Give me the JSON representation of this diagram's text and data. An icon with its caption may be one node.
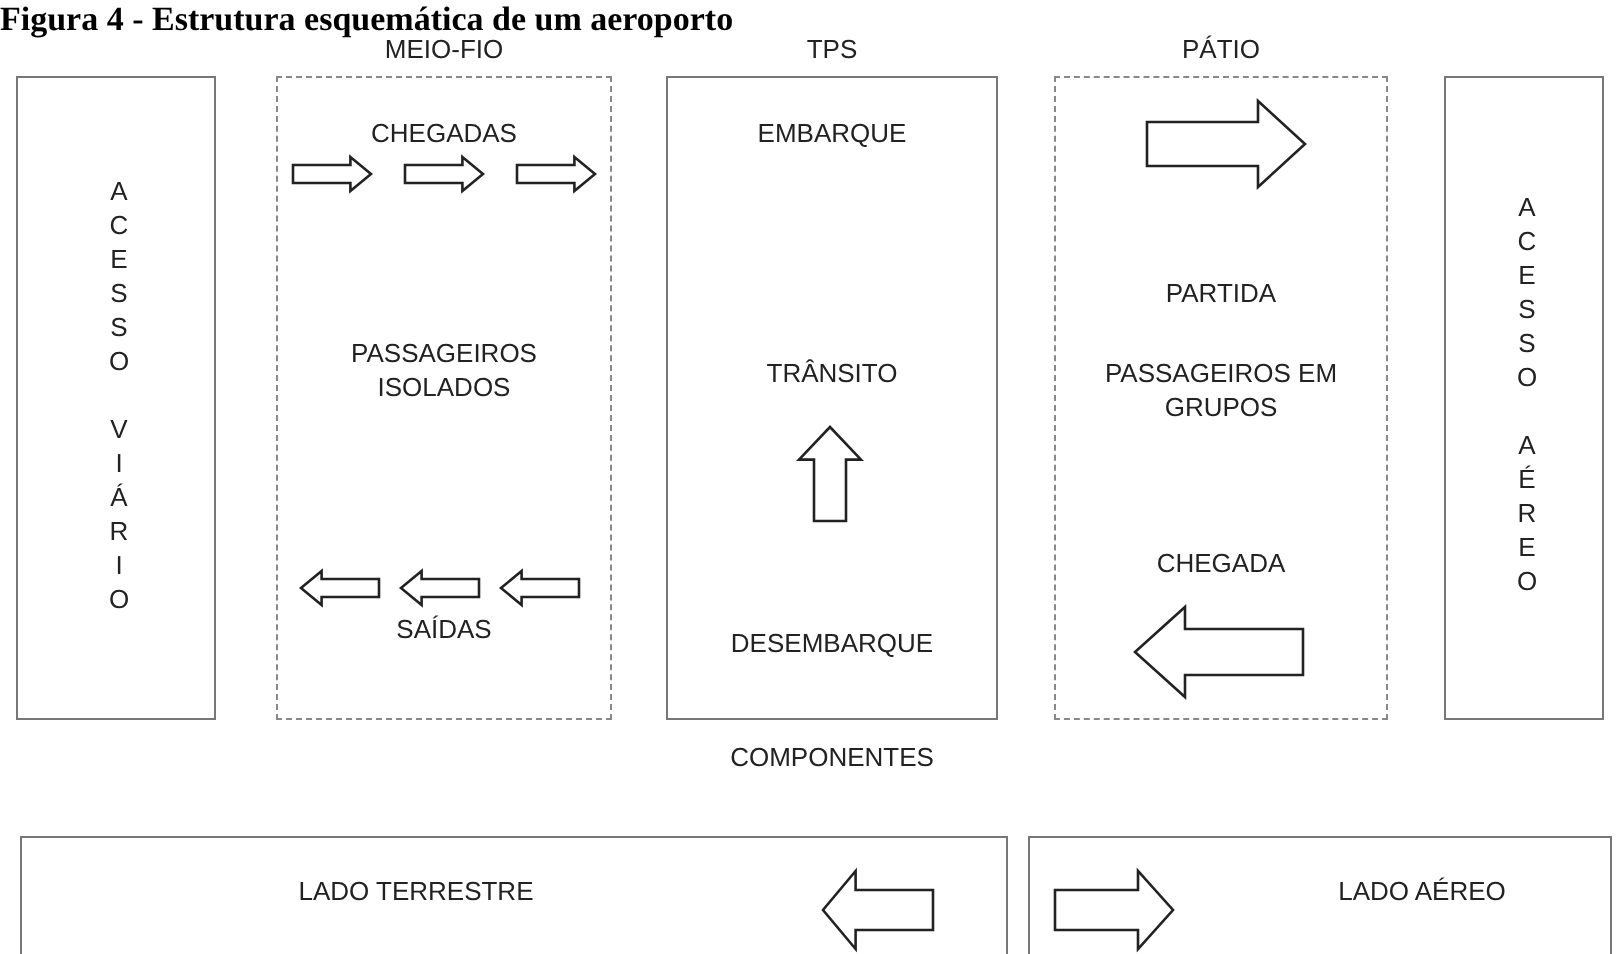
{
  "diagram": {
    "title": "Figura 4 - Estrutura esquemática de um aeroporto",
    "nodes": [
      {
        "text": [
          "ACESSO VIÁRIO"
        ]
      },
      {
        "text": [
          "MEIO-FIO",
          "CHEGADAS",
          "PASSAGEIROS ISOLADOS",
          "SAÍDAS"
        ]
      },
      {
        "text": [
          "TPS",
          "EMBARQUE",
          "TRÂNSITO",
          "DESEMBARQUE"
        ]
      },
      {
        "text": [
          "PÁTIO",
          "PARTIDA",
          "PASSAGEIROS EM GRUPOS",
          "CHEGADA"
        ]
      },
      {
        "text": [
          "ACESSO AÉREO"
        ]
      },
      {
        "text": [
          "LADO TERRESTRE"
        ]
      },
      {
        "text": [
          "LADO AÉREO"
        ]
      }
    ],
    "edges": [],
    "labels": [
      "COMPONENTES"
    ]
  }
}
